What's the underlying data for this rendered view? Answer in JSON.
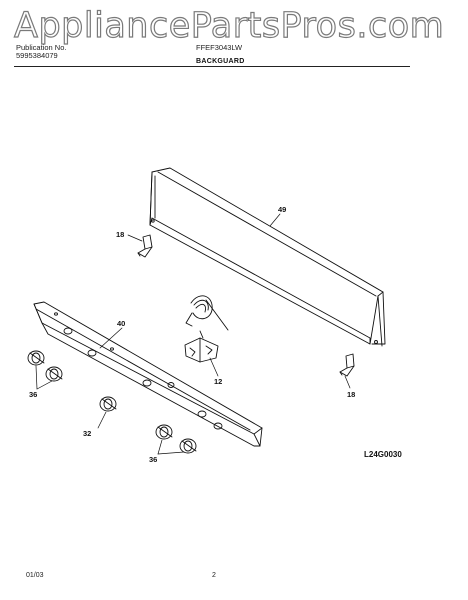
{
  "header": {
    "watermark": "AppliancePartsPros.com",
    "publication_label": "Publication No.",
    "publication_number": "5995384079",
    "model": "FFEF3043LW",
    "section_title": "BACKGUARD"
  },
  "callouts": {
    "backguard": "49",
    "bracket_left": "18",
    "bracket_right": "18",
    "control_panel": "40",
    "switch": "12",
    "knob_left": "36",
    "knob_center": "32",
    "knob_right": "36"
  },
  "diagram_code": "L24G0030",
  "footer": {
    "date": "01/03",
    "page": "2"
  }
}
